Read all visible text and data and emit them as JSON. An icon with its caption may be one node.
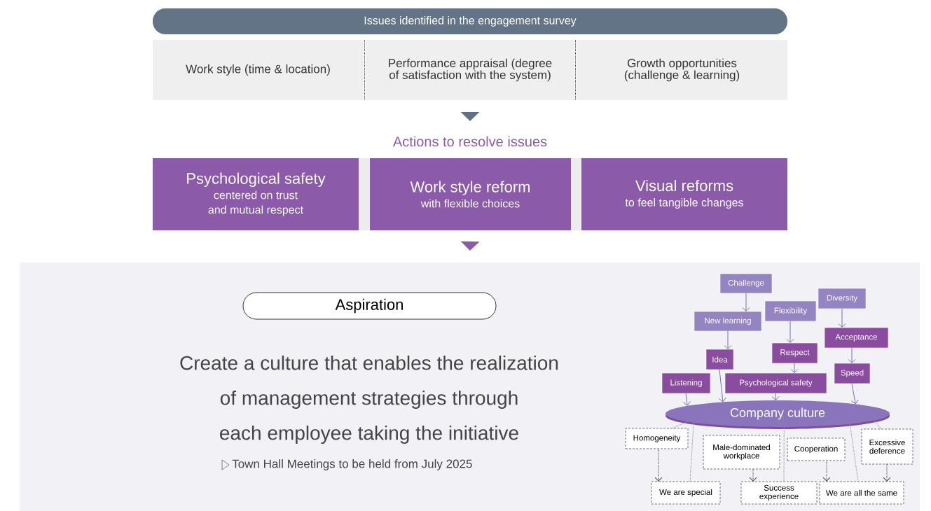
{
  "diagram": {
    "nodes": [
      {
        "text": [
          "Issues identified in the engagement survey"
        ]
      },
      {
        "text": [
          "Work style (time & location)"
        ]
      },
      {
        "text": [
          "Performance appraisal (degree of satisfaction with the system)"
        ]
      },
      {
        "text": [
          "Growth opportunities (challenge & learning)"
        ]
      },
      {
        "text": [
          "Actions to resolve issues"
        ]
      },
      {
        "text": [
          "Psychological safety",
          "centered on trust and mutual respect"
        ]
      },
      {
        "text": [
          "Work style reform",
          "with flexible choices"
        ]
      },
      {
        "text": [
          "Visual reforms",
          "to feel tangible changes"
        ]
      },
      {
        "text": [],
        "shape": "box"
      },
      {
        "text": [
          "Aspiration"
        ],
        "in": 8
      },
      {
        "text": [
          "Challenge"
        ],
        "in": 8
      },
      {
        "text": [
          "Diversity"
        ],
        "in": 8
      },
      {
        "text": [
          "Flexibility"
        ],
        "in": 8
      },
      {
        "text": [
          "New learning"
        ],
        "in": 8
      },
      {
        "text": [
          "Acceptance"
        ],
        "in": 8
      },
      {
        "text": [
          "Respect"
        ],
        "in": 8
      },
      {
        "text": [
          "Idea"
        ],
        "in": 8
      },
      {
        "text": [
          "Speed"
        ],
        "in": 8
      },
      {
        "text": [
          "Listening"
        ],
        "in": 8
      },
      {
        "text": [
          "Psychological safety"
        ],
        "in": 8
      },
      {
        "text": [
          "Company culture"
        ],
        "in": 8
      },
      {
        "text": [
          "Homogeneity"
        ],
        "in": 8
      },
      {
        "text": [
          "Male-dominated workplace"
        ],
        "in": 8
      },
      {
        "text": [
          "Cooperation"
        ],
        "in": 8
      },
      {
        "text": [
          "Excessive deference"
        ],
        "in": 8
      },
      {
        "text": [
          "We are special"
        ],
        "in": 8
      },
      {
        "text": [
          "Success experience"
        ],
        "in": 8
      },
      {
        "text": [
          "We are all the same"
        ],
        "in": 8
      }
    ],
    "edges": [
      {
        "from": 2,
        "to": 4,
        "arrow": "to",
        "color": "#627181"
      },
      {
        "from": 6,
        "to": 8,
        "arrow": "to",
        "color": "#8b5aa8"
      },
      {
        "from": 10,
        "to": 13,
        "arrow": "to"
      },
      {
        "from": 13,
        "to": 16,
        "arrow": "to"
      },
      {
        "from": 16,
        "to": 20,
        "arrow": "to"
      },
      {
        "from": 18,
        "to": 20,
        "arrow": "to"
      },
      {
        "from": 12,
        "to": 15,
        "arrow": "to"
      },
      {
        "from": 15,
        "to": 19,
        "arrow": "to"
      },
      {
        "from": 19,
        "to": 20,
        "arrow": "to"
      },
      {
        "from": 11,
        "to": 14,
        "arrow": "to"
      },
      {
        "from": 14,
        "to": 17,
        "arrow": "to"
      },
      {
        "from": 17,
        "to": 20,
        "arrow": "to"
      },
      {
        "from": 21,
        "to": 25,
        "arrow": "to",
        "style": "dashed",
        "color": "#555555"
      },
      {
        "from": 22,
        "to": 26,
        "arrow": "to",
        "style": "dashed",
        "color": "#555555"
      },
      {
        "from": 23,
        "to": 27,
        "arrow": "to",
        "style": "dashed",
        "color": "#555555"
      },
      {
        "from": 24,
        "to": 27,
        "arrow": "to",
        "style": "dashed",
        "color": "#555555"
      },
      {
        "from": 20,
        "to": 21,
        "arrow": "none",
        "style": "dashed",
        "color": "#9a9a9a"
      },
      {
        "from": 20,
        "to": 24,
        "arrow": "none",
        "style": "dashed",
        "color": "#9a9a9a"
      },
      {
        "from": 20,
        "to": 25,
        "arrow": "none",
        "style": "dashed",
        "color": "#9a9a9a"
      },
      {
        "from": 20,
        "to": 26,
        "arrow": "none",
        "style": "dashed",
        "color": "#9a9a9a"
      },
      {
        "from": 20,
        "to": 27,
        "arrow": "none",
        "style": "dashed",
        "color": "#9a9a9a"
      }
    ],
    "labels": [
      "Create a culture that enables the realization of management strategies through each employee taking the initiative",
      "Town Hall Meetings to be held from July 2025"
    ]
  }
}
